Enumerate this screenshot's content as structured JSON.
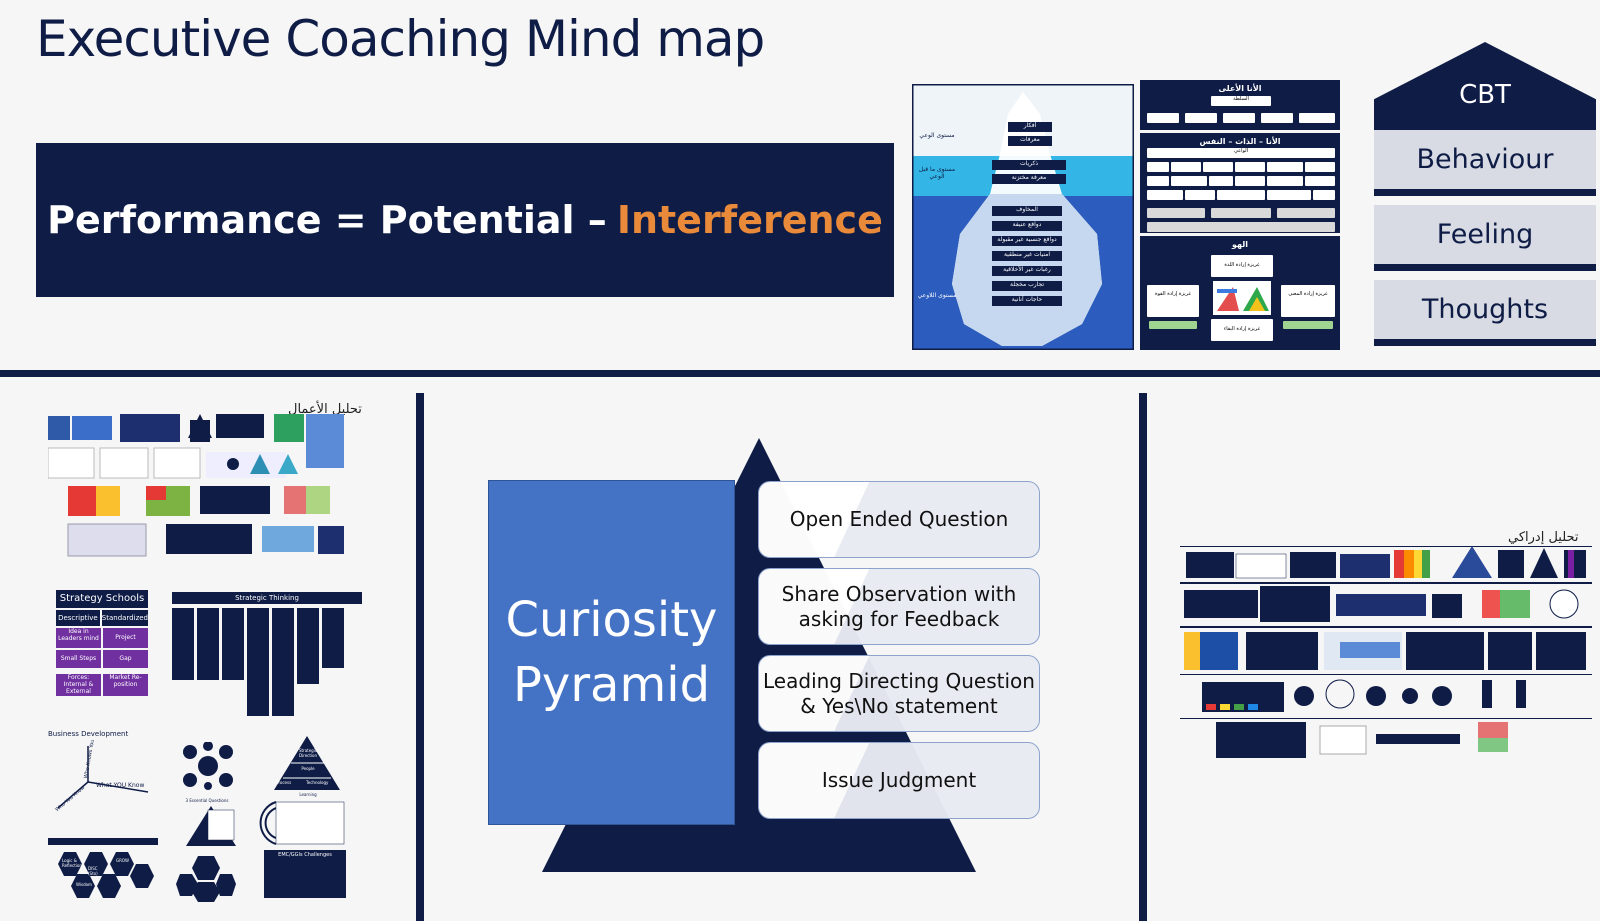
{
  "title": "Executive Coaching Mind map",
  "formula": {
    "main": "Performance = Potential –",
    "highlight": "Interference"
  },
  "iceberg": {
    "left_labels": [
      "مستوى الوعي",
      "مستوى ما قبل الوعي",
      "مستوى اللاوعي"
    ],
    "top_items": [
      "أفكار",
      "معرفات"
    ],
    "middle_items": [
      "ذكريات",
      "معرفة مختزنة"
    ],
    "bottom_items": [
      "المخاوف",
      "دوافع عنيفة",
      "دوافع جنسية غير مقبولة",
      "امنيات غير منطقية",
      "رغبات غير الأخلاقية",
      "تجارب مخجلة",
      "حاجات أنانية"
    ]
  },
  "ego": {
    "superego": "الأنا الأعلى",
    "ego": "الأنا – الذات – النفس",
    "id": "الهو",
    "authority": "السلطة",
    "conscious": "الواعي",
    "id_top": "غريزة إرادة اللذة",
    "id_left": "غريزة إرادة القوة",
    "id_right": "غريزة إرادة المعنى",
    "id_bottom": "غريزة إرادة البقاء"
  },
  "cbt": {
    "title": "CBT",
    "rows": [
      "Behaviour",
      "Feeling",
      "Thoughts"
    ]
  },
  "business_analysis_title": "تحليل الأعمال",
  "cognitive_analysis_title": "تحليل إدراكي",
  "strategy": {
    "schools_title": "Strategy Schools",
    "descriptive": "Descriptive",
    "standardized": "Standardized",
    "cells": [
      "Idea in Leaders mind",
      "Project",
      "Small Steps",
      "Gap",
      "Forces: Internal & External",
      "Market Re-position"
    ],
    "thinking_title": "Strategic Thinking",
    "grow": "GROW"
  },
  "biz_dev": {
    "title": "Business Development",
    "what_you_know": "What YOU Know",
    "who_you_know": "Who You Know",
    "who_knows_you": "Who Knows You",
    "hexes": [
      "Logic & Reflection",
      "DISC (Sto)",
      "GROW",
      "Wisdom"
    ],
    "challenges": "EMC/GGIs Challenges",
    "essential": "3 Essential Questions",
    "pyramid_labels": [
      "Strategic Direction",
      "People",
      "Process",
      "Technology",
      "Learning"
    ]
  },
  "curiosity": {
    "title_line1": "Curiosity",
    "title_line2": "Pyramid",
    "items": [
      "Open Ended Question",
      "Share Observation with asking for Feedback",
      "Leading Directing Question & Yes\\No statement",
      "Issue Judgment"
    ]
  },
  "colors": {
    "navy": "#0e1c46",
    "orange": "#e98a3b",
    "pyramid_blue": "#4472c4",
    "cbt_grey": "#d8dbe3"
  }
}
